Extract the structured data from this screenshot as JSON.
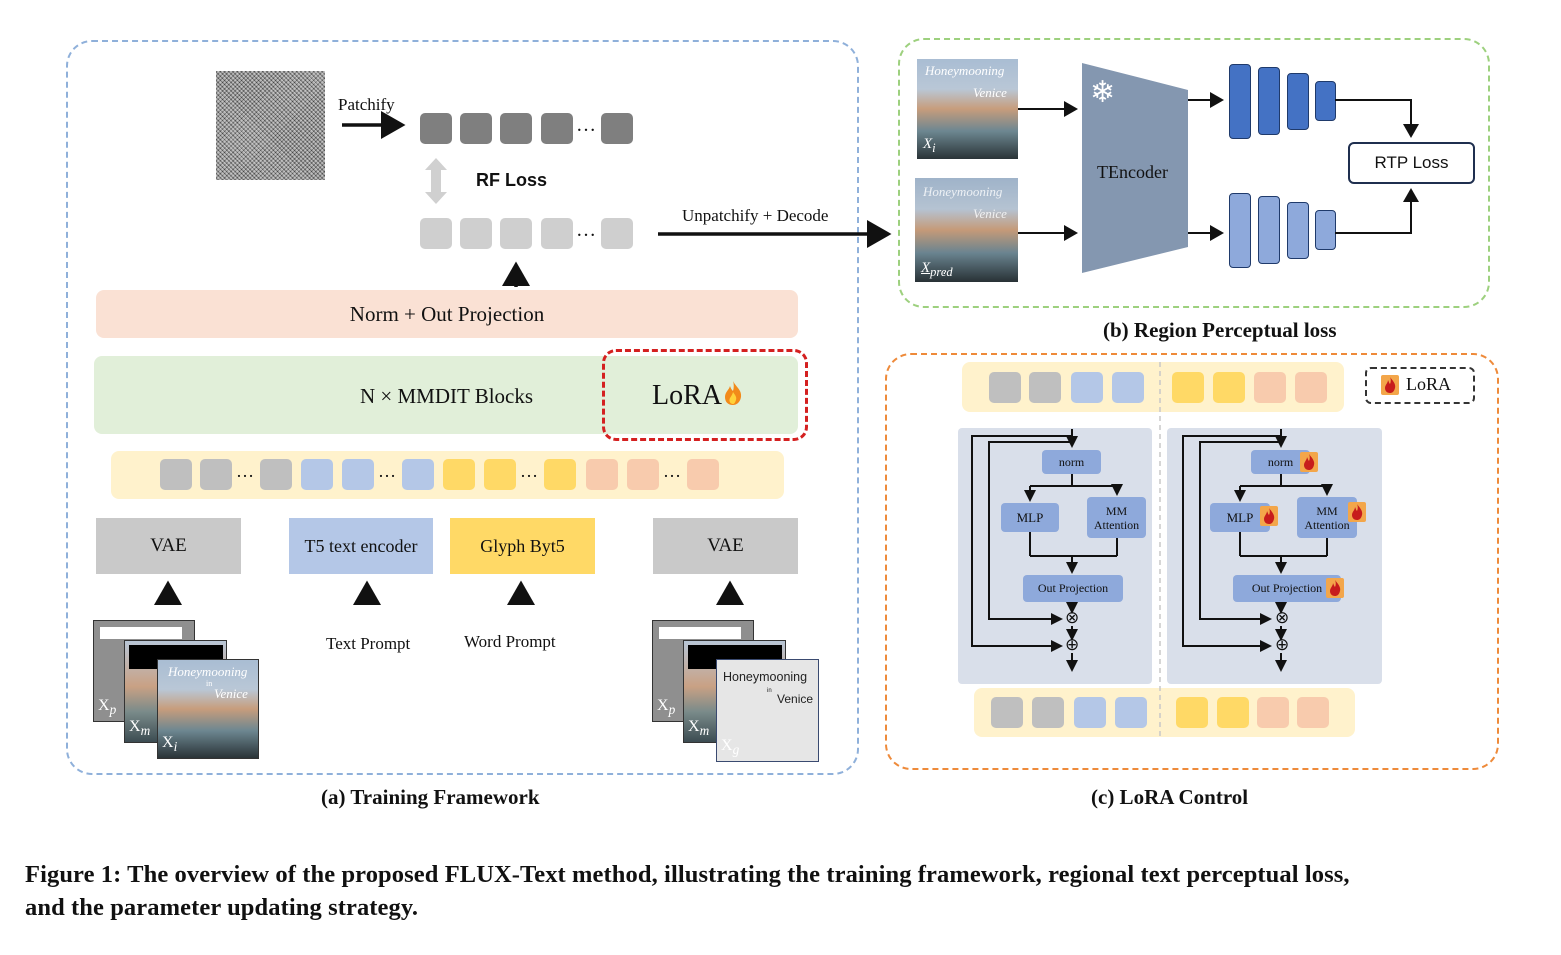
{
  "panel_a": {
    "patchify_label": "Patchify",
    "rf_loss_label": "RF Loss",
    "ellipsis": "…",
    "norm_out_label": "Norm + Out Projection",
    "mmdit_label": "N × MMDIT Blocks",
    "lora_label": "LoRA",
    "vae_left_label": "VAE",
    "t5_label": "T5 text encoder",
    "glyph_label": "Glyph Byt5",
    "vae_right_label": "VAE",
    "text_prompt_label": "Text Prompt",
    "word_prompt_label": "Word Prompt",
    "img_xp": "X",
    "img_xp_sub": "p",
    "img_xm": "X",
    "img_xm_sub": "m",
    "img_xi": "X",
    "img_xi_sub": "i",
    "img_xg": "X",
    "img_xg_sub": "g",
    "glyph_word1": "Honeymooning",
    "glyph_word2": "in",
    "glyph_word3": "Venice",
    "scene_word1": "Honeymooning",
    "scene_word2": "in",
    "scene_word3": "Venice",
    "caption": "(a) Training Framework",
    "colors": {
      "border": "#8fb0da",
      "norm_bar": "#fae1d4",
      "mmdit_bar": "#e1efd9",
      "lora_border": "#d42020"
    }
  },
  "panel_b": {
    "unpatchify_label": "Unpatchify + Decode",
    "tencoder_label": "TEncoder",
    "rtp_loss_label": "RTP Loss",
    "xi_label": "X",
    "xi_sub": "i",
    "xpred_label": "X",
    "xpred_sub": "pred",
    "snowflake_icon": "❄",
    "caption": "(b) Region Perceptual loss",
    "colors": {
      "border": "#9dd07e",
      "encoder": "#8497b0"
    }
  },
  "panel_c": {
    "lora_legend": "LoRA",
    "norm_label": "norm",
    "mlp_label": "MLP",
    "mm_attention_label_1": "MM",
    "mm_attention_label_2": "Attention",
    "out_projection_label": "Out Projection",
    "multiply_symbol": "⊗",
    "add_symbol": "⊕",
    "caption": "(c) LoRA Control",
    "colors": {
      "border": "#ee8a3a"
    }
  },
  "figure_caption_line1": "Figure 1: The overview of the proposed FLUX-Text method, illustrating the training framework, regional text perceptual loss,",
  "figure_caption_line2": "and the parameter updating strategy.",
  "token_colors": {
    "gray": "#bfbfbf",
    "blue": "#b4c7e7",
    "yellow": "#ffd966",
    "peach": "#f8cbad",
    "dark": "#7f7f7f",
    "light": "#cfcfcf"
  }
}
